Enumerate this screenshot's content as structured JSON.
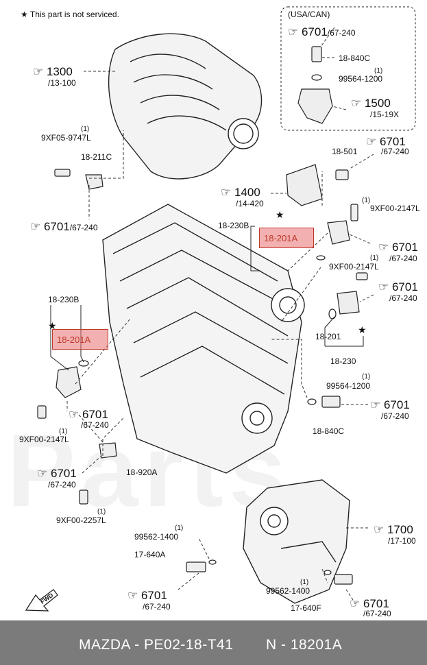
{
  "notice": "★ This part is not serviced.",
  "region_box_title": "(USA/CAN)",
  "labels": [
    {
      "id": "l6701a",
      "text": "6701",
      "sub": "/67-240",
      "kind": "ref"
    },
    {
      "id": "l18840c_top",
      "text": "18-840C",
      "kind": "part"
    },
    {
      "id": "l99564_top_q",
      "text": "(1)",
      "kind": "qty"
    },
    {
      "id": "l99564_top",
      "text": "99564-1200",
      "kind": "part"
    },
    {
      "id": "l1500",
      "text": "1500",
      "sub": "/15-19X",
      "kind": "ref"
    },
    {
      "id": "l1300",
      "text": "1300",
      "sub": "/13-100",
      "kind": "ref"
    },
    {
      "id": "l9xf05_q",
      "text": "(1)",
      "kind": "qty"
    },
    {
      "id": "l9xf05",
      "text": "9XF05-9747L",
      "kind": "part"
    },
    {
      "id": "l18211c",
      "text": "18-211C",
      "kind": "part"
    },
    {
      "id": "l6701b",
      "text": "6701",
      "sub": "/67-240",
      "kind": "ref"
    },
    {
      "id": "l18501",
      "text": "18-501",
      "kind": "part"
    },
    {
      "id": "l6701c",
      "text": "6701",
      "sub": "/67-240",
      "kind": "ref"
    },
    {
      "id": "l1400",
      "text": "1400",
      "sub": "/14-420",
      "kind": "ref"
    },
    {
      "id": "l9xf00_r_q",
      "text": "(1)",
      "kind": "qty"
    },
    {
      "id": "l9xf00_r",
      "text": "9XF00-2147L",
      "kind": "part"
    },
    {
      "id": "l18230b_r",
      "text": "18-230B",
      "kind": "part"
    },
    {
      "id": "l6701d",
      "text": "6701",
      "sub": "/67-240",
      "kind": "ref"
    },
    {
      "id": "l9xf00_r2_q",
      "text": "(1)",
      "kind": "qty"
    },
    {
      "id": "l9xf00_r2",
      "text": "9XF00-2147L",
      "kind": "part"
    },
    {
      "id": "l6701e",
      "text": "6701",
      "sub": "/67-240",
      "kind": "ref"
    },
    {
      "id": "l18230b_l",
      "text": "18-230B",
      "kind": "part"
    },
    {
      "id": "l18201",
      "text": "18-201",
      "kind": "part"
    },
    {
      "id": "l18230",
      "text": "18-230",
      "kind": "part"
    },
    {
      "id": "l99564_mid_q",
      "text": "(1)",
      "kind": "qty"
    },
    {
      "id": "l99564_mid",
      "text": "99564-1200",
      "kind": "part"
    },
    {
      "id": "l6701f",
      "text": "6701",
      "sub": "/67-240",
      "kind": "ref"
    },
    {
      "id": "l18840c_mid",
      "text": "18-840C",
      "kind": "part"
    },
    {
      "id": "l6701g",
      "text": "6701",
      "sub": "/67-240",
      "kind": "ref"
    },
    {
      "id": "l9xf00_l_q",
      "text": "(1)",
      "kind": "qty"
    },
    {
      "id": "l9xf00_l",
      "text": "9XF00-2147L",
      "kind": "part"
    },
    {
      "id": "l6701h",
      "text": "6701",
      "sub": "/67-240",
      "kind": "ref"
    },
    {
      "id": "l18920a",
      "text": "18-920A",
      "kind": "part"
    },
    {
      "id": "l9xf00_2257_q",
      "text": "(1)",
      "kind": "qty"
    },
    {
      "id": "l9xf00_2257",
      "text": "9XF00-2257L",
      "kind": "part"
    },
    {
      "id": "l99562_a_q",
      "text": "(1)",
      "kind": "qty"
    },
    {
      "id": "l99562_a",
      "text": "99562-1400",
      "kind": "part"
    },
    {
      "id": "l17640a",
      "text": "17-640A",
      "kind": "part"
    },
    {
      "id": "l1700",
      "text": "1700",
      "sub": "/17-100",
      "kind": "ref"
    },
    {
      "id": "l6701i",
      "text": "6701",
      "sub": "/67-240",
      "kind": "ref"
    },
    {
      "id": "l99562_b_q",
      "text": "(1)",
      "kind": "qty"
    },
    {
      "id": "l99562_b",
      "text": "99562-1400",
      "kind": "part"
    },
    {
      "id": "l17640f",
      "text": "17-640F",
      "kind": "part"
    },
    {
      "id": "l6701j",
      "text": "6701",
      "sub": "/67-240",
      "kind": "ref"
    }
  ],
  "highlights": [
    {
      "id": "hl_right",
      "text": "18-201A"
    },
    {
      "id": "hl_left",
      "text": "18-201A"
    }
  ],
  "fwd_label": "FWD",
  "footer": {
    "part_number": "MAZDA - PE02-18-T41",
    "code": "N - 18201A"
  },
  "colors": {
    "highlight": "#e87070",
    "highlight_text": "#c0392b",
    "footer_bg": "#7b7b7b"
  }
}
